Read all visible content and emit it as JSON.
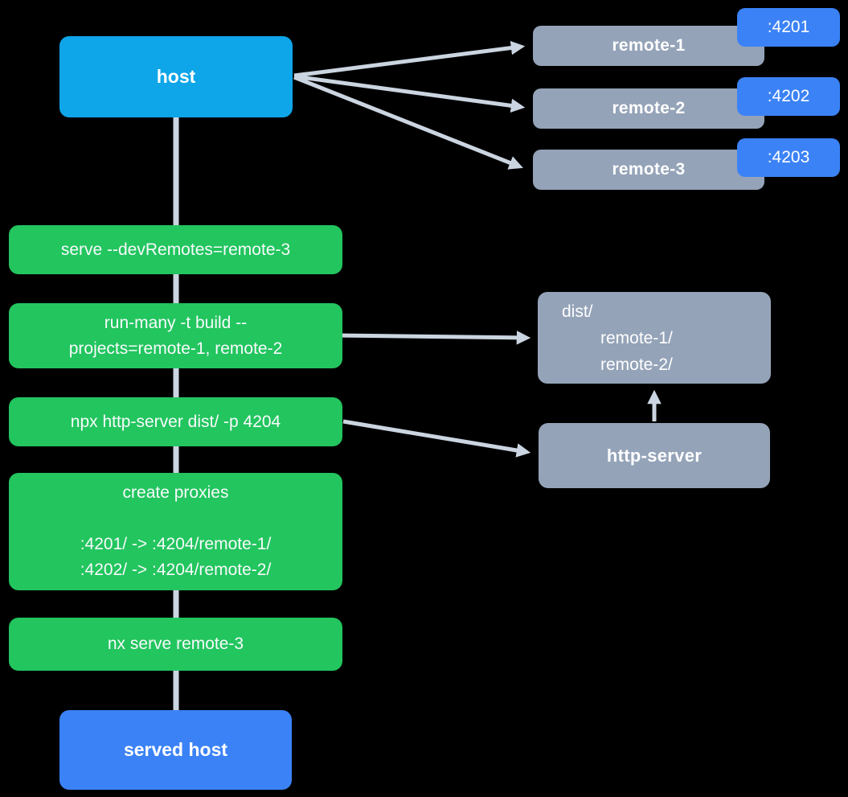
{
  "colors": {
    "host_bg": "#0ea5e9",
    "remote_bg": "#94a3b8",
    "port_badge_bg": "#3b82f6",
    "step_bg": "#22c55e",
    "served_host_bg": "#3b82f6",
    "connector": "#cbd5e1",
    "text": "#ffffff"
  },
  "nodes": {
    "host": {
      "label": "host"
    },
    "remotes": [
      {
        "label": "remote-1",
        "port": ":4201"
      },
      {
        "label": "remote-2",
        "port": ":4202"
      },
      {
        "label": "remote-3",
        "port": ":4203"
      }
    ],
    "steps": [
      {
        "lines": [
          "serve --devRemotes=remote-3"
        ]
      },
      {
        "lines": [
          "run-many -t build --",
          "projects=remote-1, remote-2"
        ]
      },
      {
        "lines": [
          "npx http-server dist/ -p 4204"
        ]
      },
      {
        "lines": [
          "create proxies",
          "",
          ":4201/ -> :4204/remote-1/",
          ":4202/ -> :4204/remote-2/"
        ]
      },
      {
        "lines": [
          "nx serve remote-3"
        ]
      }
    ],
    "dist": {
      "lines": [
        "dist/",
        "remote-1/",
        "remote-2/"
      ]
    },
    "http_server": {
      "label": "http-server"
    },
    "served_host": {
      "label": "served host"
    }
  }
}
